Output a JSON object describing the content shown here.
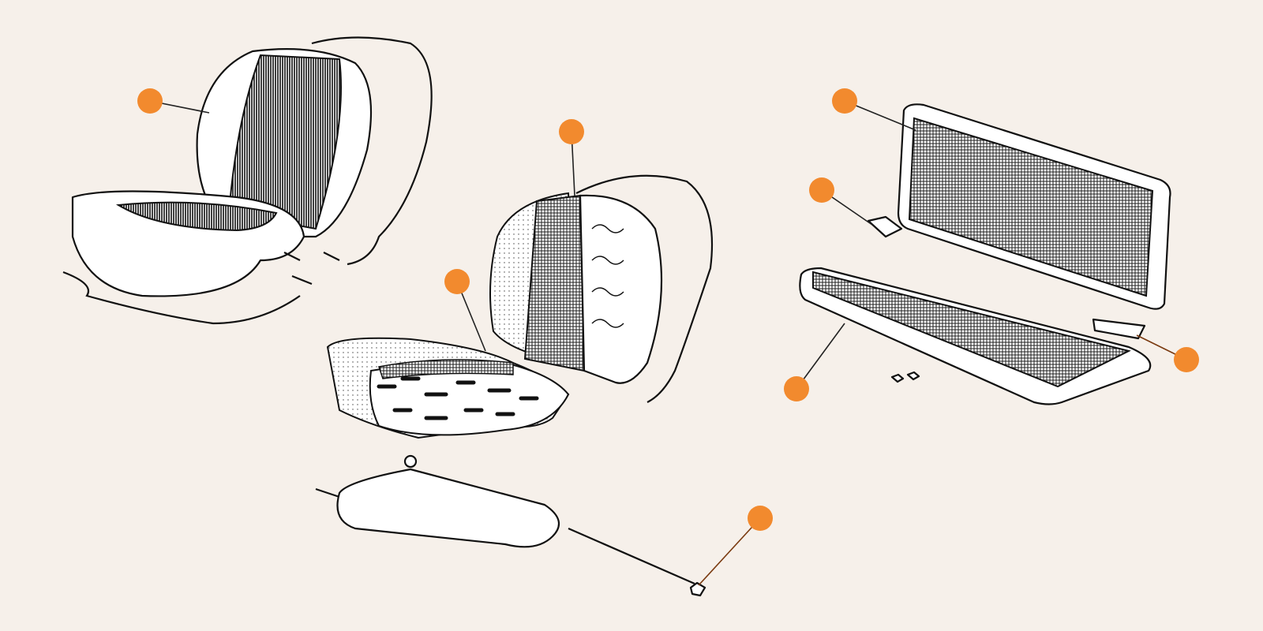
{
  "diagram": {
    "background_color": "#f6f0ea",
    "hotspot_color": "#f28a2e",
    "hotspot_icon": "circle-marker-icon",
    "hotspots": [
      {
        "id": "front-seat-complete"
      },
      {
        "id": "seat-backrest-cover"
      },
      {
        "id": "seat-cushion-cover"
      },
      {
        "id": "rear-backrest"
      },
      {
        "id": "rear-backrest-hinge"
      },
      {
        "id": "rear-backrest-bracket"
      },
      {
        "id": "rear-seat-cushion"
      },
      {
        "id": "seat-frame-clip"
      }
    ]
  }
}
